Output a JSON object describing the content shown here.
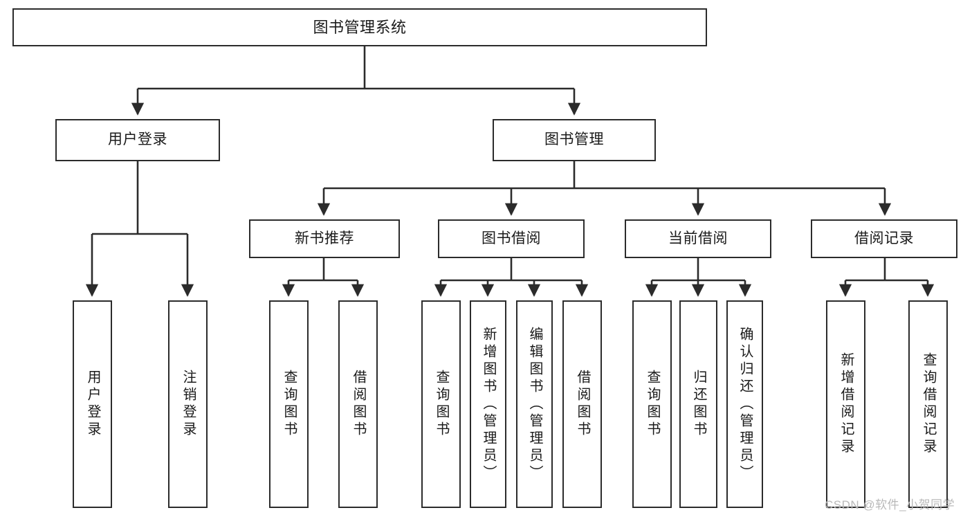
{
  "diagram": {
    "title": "图书管理系统",
    "watermark": "CSDN @软件_小贺同学",
    "colors": {
      "stroke": "#2b2b2b",
      "fill": "#ffffff",
      "text": "#1a1a1a",
      "watermark": "#b9b9b9"
    },
    "nodes": {
      "root": {
        "label": "图书管理系统"
      },
      "level1": [
        {
          "label": "用户登录"
        },
        {
          "label": "图书管理"
        }
      ],
      "level2": [
        {
          "label": "新书推荐"
        },
        {
          "label": "图书借阅"
        },
        {
          "label": "当前借阅"
        },
        {
          "label": "借阅记录"
        }
      ],
      "leaves": {
        "user_login": [
          {
            "label": "用户登录"
          },
          {
            "label": "注销登录"
          }
        ],
        "new_book": [
          {
            "label": "查询图书"
          },
          {
            "label": "借阅图书"
          }
        ],
        "book_borrow": [
          {
            "label": "查询图书"
          },
          {
            "label": "新增图书（管理员）"
          },
          {
            "label": "编辑图书（管理员）"
          },
          {
            "label": "借阅图书"
          }
        ],
        "current_borrow": [
          {
            "label": "查询图书"
          },
          {
            "label": "归还图书"
          },
          {
            "label": "确认归还（管理员）"
          }
        ],
        "borrow_record": [
          {
            "label": "新增借阅记录"
          },
          {
            "label": "查询借阅记录"
          }
        ]
      }
    }
  }
}
